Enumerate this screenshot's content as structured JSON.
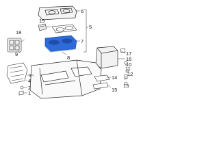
{
  "diagram": {
    "callouts": [
      {
        "id": "c6",
        "label": "6"
      },
      {
        "id": "c5",
        "label": "5"
      },
      {
        "id": "c18",
        "label": "18"
      },
      {
        "id": "c19",
        "label": "19"
      },
      {
        "id": "c7",
        "label": "7"
      },
      {
        "id": "c8",
        "label": "8"
      },
      {
        "id": "c9",
        "label": "9"
      },
      {
        "id": "c17",
        "label": "17"
      },
      {
        "id": "c10",
        "label": "10"
      },
      {
        "id": "c16",
        "label": "16"
      },
      {
        "id": "c11",
        "label": "11"
      },
      {
        "id": "c12",
        "label": "12"
      },
      {
        "id": "c13",
        "label": "13"
      },
      {
        "id": "c3",
        "label": "3"
      },
      {
        "id": "c4",
        "label": "4"
      },
      {
        "id": "c2",
        "label": "2"
      },
      {
        "id": "c1",
        "label": "1"
      },
      {
        "id": "c14",
        "label": "14"
      },
      {
        "id": "c15",
        "label": "15"
      }
    ],
    "colors": {
      "line": "#2b2b2b",
      "highlight": "#2f6bd8",
      "highlight_dark": "#1d4fa8"
    }
  }
}
